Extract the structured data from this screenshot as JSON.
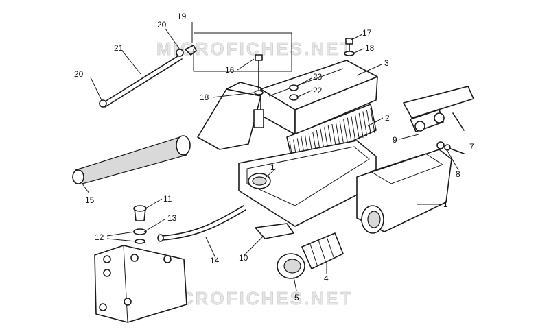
{
  "watermark": {
    "top": "MICROFICHES.NET",
    "bottom": "MICROFICHES.NET"
  },
  "callouts": {
    "c1a": "1",
    "c1b": "1",
    "c2": "2",
    "c3": "3",
    "c4": "4",
    "c5": "5",
    "c7": "7",
    "c8": "8",
    "c9": "9",
    "c10": "10",
    "c11": "11",
    "c12": "12",
    "c13": "13",
    "c14": "14",
    "c15": "15",
    "c16": "16",
    "c17": "17",
    "c18a": "18",
    "c18b": "18",
    "c19": "19",
    "c20a": "20",
    "c20b": "20",
    "c21": "21",
    "c22": "22",
    "c23": "23"
  }
}
